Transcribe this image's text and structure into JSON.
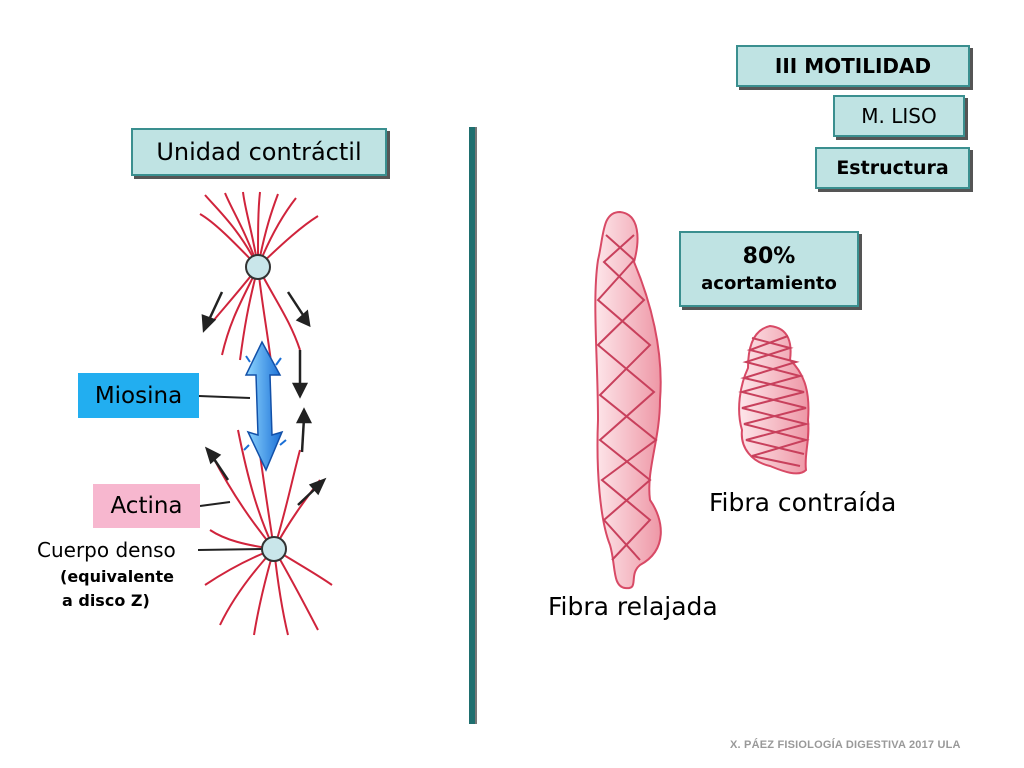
{
  "header": {
    "section": "III MOTILIDAD",
    "subsection": "M. LISO",
    "topic": "Estructura"
  },
  "left_panel": {
    "title": "Unidad contráctil",
    "labels": {
      "myosin": "Miosina",
      "actin": "Actina",
      "dense_body": "Cuerpo denso",
      "dense_body_note_line1": "(equivalente",
      "dense_body_note_line2": "a disco Z)"
    },
    "colors": {
      "myosin": "#22aef0",
      "actin": "#f7b7cf",
      "filaments": "#d0243c"
    }
  },
  "right_panel": {
    "shortening_value": "80%",
    "shortening_label": "acortamiento",
    "contracted_label": "Fibra contraída",
    "relaxed_label": "Fibra relajada",
    "fiber_color": "#f2a6b3"
  },
  "footer": "X. PÁEZ   FISIOLOGÍA DIGESTIVA 2017   ULA"
}
